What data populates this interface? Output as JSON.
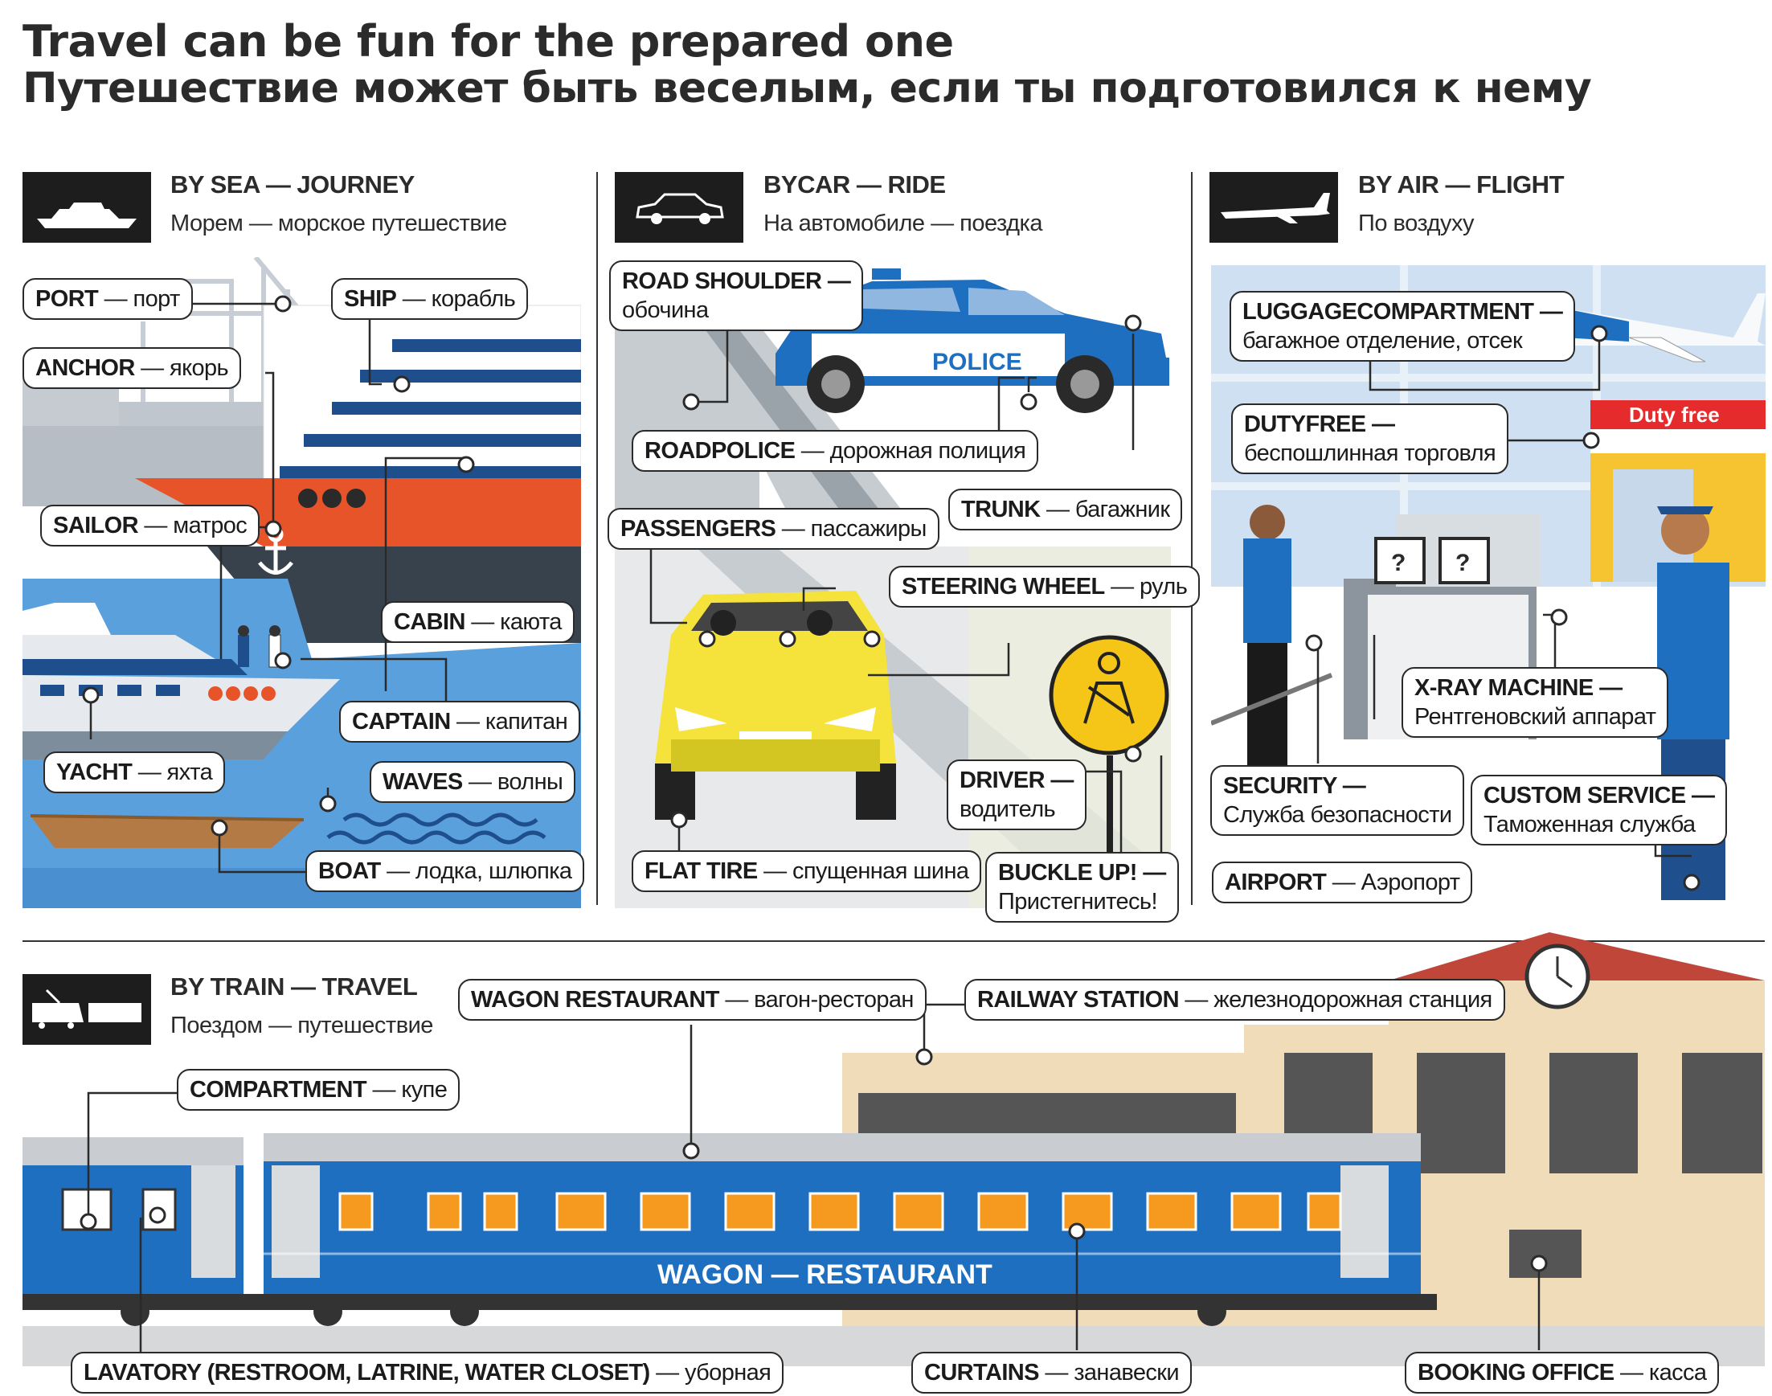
{
  "title": {
    "en": "Travel can be fun for the prepared one",
    "ru": "Путешествие может быть веселым, если ты подготовился к нему"
  },
  "sections": {
    "sea": {
      "en": "BY SEA — JOURNEY",
      "ru": "Морем — морское путешествие"
    },
    "car": {
      "en": "BYCAR — RIDE",
      "ru": "На автомобиле — поездка"
    },
    "air": {
      "en": "BY AIR — FLIGHT",
      "ru": "По воздуху"
    },
    "train": {
      "en": "BY TRAIN — TRAVEL",
      "ru": "Поездом — путешествие"
    }
  },
  "sea_labels": {
    "port": {
      "en": "PORT",
      "ru": " — порт"
    },
    "ship": {
      "en": "SHIP",
      "ru": " — корабль"
    },
    "anchor": {
      "en": "ANCHOR",
      "ru": " — якорь"
    },
    "sailor": {
      "en": "SAILOR",
      "ru": " — матрос"
    },
    "cabin": {
      "en": "CABIN",
      "ru": " — каюта"
    },
    "captain": {
      "en": "CAPTAIN",
      "ru": " — капитан"
    },
    "yacht": {
      "en": "YACHT",
      "ru": " — яхта"
    },
    "waves": {
      "en": "WAVES",
      "ru": " — волны"
    },
    "boat": {
      "en": "BOAT",
      "ru": " — лодка, шлюпка"
    }
  },
  "car_labels": {
    "road_shoulder": {
      "en": "ROAD SHOULDER —",
      "ru": "обочина"
    },
    "roadpolice": {
      "en": "ROADPOLICE",
      "ru": " — дорожная полиция"
    },
    "trunk": {
      "en": "TRUNK",
      "ru": " — багажник"
    },
    "passengers": {
      "en": "PASSENGERS",
      "ru": " — пассажиры"
    },
    "steering_wheel": {
      "en": "STEERING WHEEL",
      "ru": " — руль"
    },
    "driver": {
      "en": "DRIVER —",
      "ru": "водитель"
    },
    "flat_tire": {
      "en": "FLAT TIRE",
      "ru": " — спущенная шина"
    },
    "buckle_up": {
      "en": "BUCKLE UP! —",
      "ru": "Пристегнитесь!"
    },
    "police_text": "POLICE"
  },
  "air_labels": {
    "luggage": {
      "en": "LUGGAGECOMPARTMENT —",
      "ru": "багажное отделение, отсек"
    },
    "dutyfree": {
      "en": "DUTYFREE —",
      "ru": "беспошлинная торговля"
    },
    "dutyfree_sign": "Duty free",
    "xray": {
      "en": "X-RAY MACHINE —",
      "ru": "Рентгеновский аппарат"
    },
    "security": {
      "en": "SECURITY —",
      "ru": "Служба безопасности"
    },
    "custom": {
      "en": "CUSTOM SERVICE —",
      "ru": "Таможенная служба"
    },
    "airport": {
      "en": "AIRPORT",
      "ru": " — Аэропорт"
    }
  },
  "train_labels": {
    "wagon_restaurant": {
      "en": "WAGON RESTAURANT",
      "ru": " — вагон-ресторан"
    },
    "railway_station": {
      "en": "RAILWAY STATION",
      "ru": " — железнодорожная станция"
    },
    "compartment": {
      "en": "COMPARTMENT",
      "ru": " — купе"
    },
    "lavatory": {
      "en": "LAVATORY (RESTROOM, LATRINE, WATER CLOSET)",
      "ru": " — уборная"
    },
    "curtains": {
      "en": "CURTAINS",
      "ru": " — занавески"
    },
    "booking": {
      "en": "BOOKING OFFICE",
      "ru": " — касса"
    },
    "wagon_sign": "WAGON — RESTAURANT"
  },
  "colors": {
    "sea_blue": "#4a8fd0",
    "ship_red": "#e8542a",
    "police_blue": "#1f6fc0",
    "taxi_yellow": "#f5e23a",
    "train_blue": "#1f6fc0",
    "dutyfree_red": "#e52b2b",
    "station_beige": "#f1dcb9"
  }
}
